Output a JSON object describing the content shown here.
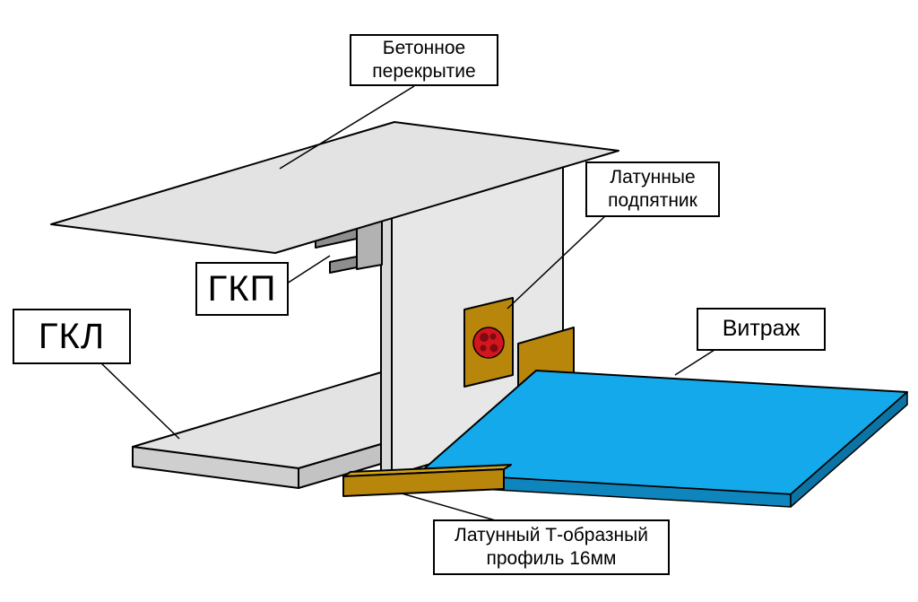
{
  "labels": {
    "concrete": "Бетонное перекрытие",
    "gkp": "ГКП",
    "gkl": "ГКЛ",
    "brass_pad": "Латунные подпятник",
    "vitrazh": "Витраж",
    "t_profile": "Латунный Т-образный профиль 16мм"
  },
  "colors": {
    "background": "#FFFFFF",
    "label_bg": "#FFFFFF",
    "label_border": "#000000",
    "outline": "#000000",
    "slab": "#E3E3E3",
    "wall": "#E7E7E7",
    "wall_edge": "#D8D8D8",
    "shelf_top": "#E3E3E3",
    "shelf_front": "#CFCFCF",
    "shelf_side": "#C3C3C3",
    "channel_web": "#B2B2B2",
    "channel_flange": "#8E8E8E",
    "brass": "#B8860B",
    "brass_light": "#D6A515",
    "pad_red": "#D2151E",
    "pad_red_dark": "#7E0B10",
    "glass": "#14A9EA",
    "glass_front": "#0E85BC",
    "glass_side": "#0B74A4",
    "ornament": "#CBDC7D"
  }
}
